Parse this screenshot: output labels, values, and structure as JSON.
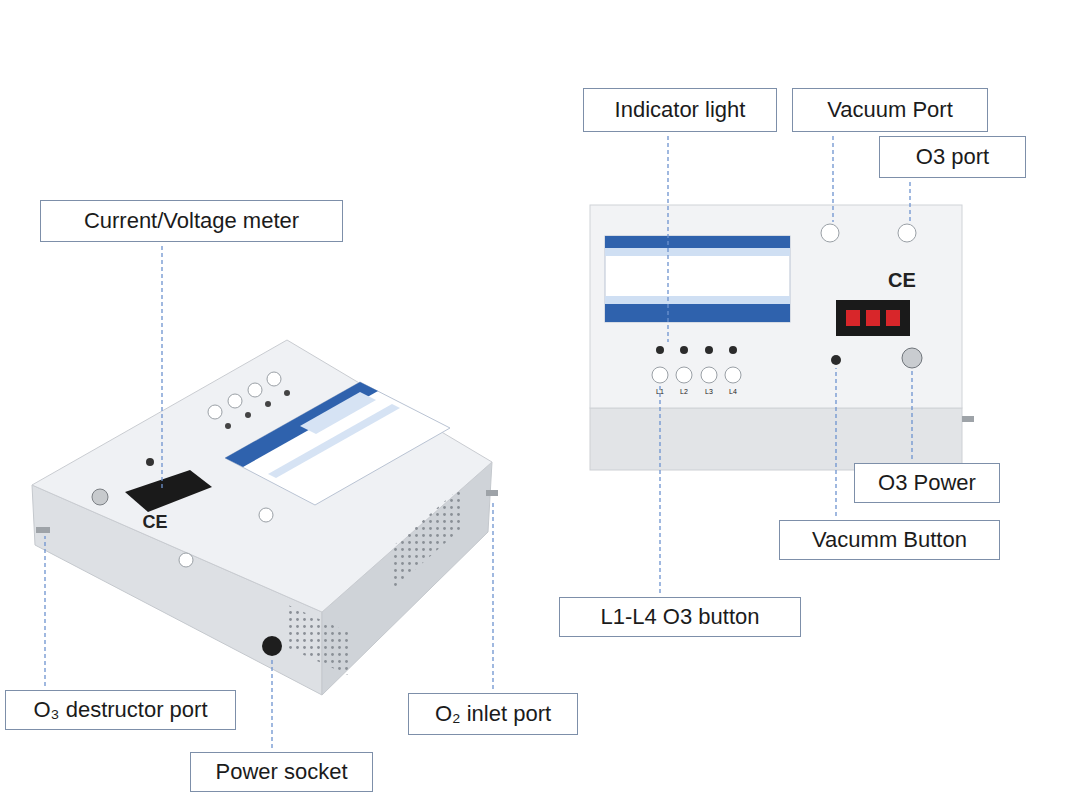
{
  "diagram": {
    "nodes": [
      {
        "text": [
          "Indicator light"
        ]
      },
      {
        "text": [
          "Vacuum Port"
        ]
      },
      {
        "text": [
          "O3 port"
        ]
      },
      {
        "text": [
          "Current/Voltage meter"
        ]
      },
      {
        "text": [
          "O3 Power"
        ]
      },
      {
        "text": [
          "Vacumm Button"
        ]
      },
      {
        "text": [
          "L1-L4 O3 button"
        ]
      },
      {
        "text": [
          "O₃ destructor port"
        ]
      },
      {
        "text": [
          "O₂ inlet port"
        ]
      },
      {
        "text": [
          "Power socket"
        ]
      }
    ],
    "labels": [
      "CE",
      "L1",
      "L2",
      "L3",
      "L4",
      "CE"
    ]
  }
}
